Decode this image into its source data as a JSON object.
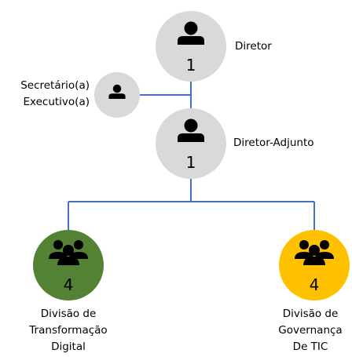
{
  "org_chart": {
    "connector_color": "#4472c4",
    "nodes": {
      "director": {
        "title": "Diretor",
        "count": "1",
        "icon": "person-icon",
        "fill": "#d9d9d9"
      },
      "secretary": {
        "title_line1": "Secretário(a)",
        "title_line2": "Executivo(a)",
        "icon": "person-icon",
        "fill": "#d9d9d9"
      },
      "deputy_director": {
        "title": "Diretor-Adjunto",
        "count": "1",
        "icon": "person-icon",
        "fill": "#d9d9d9"
      },
      "digital_transformation": {
        "title_line1": "Divisão de",
        "title_line2": "Transformação",
        "title_line3": "Digital",
        "count": "4",
        "icon": "group-icon",
        "fill": "#548235"
      },
      "ict_governance": {
        "title_line1": "Divisão de",
        "title_line2": "Governança",
        "title_line3": "De TIC",
        "count": "4",
        "icon": "group-icon",
        "fill": "#ffc000"
      }
    }
  }
}
